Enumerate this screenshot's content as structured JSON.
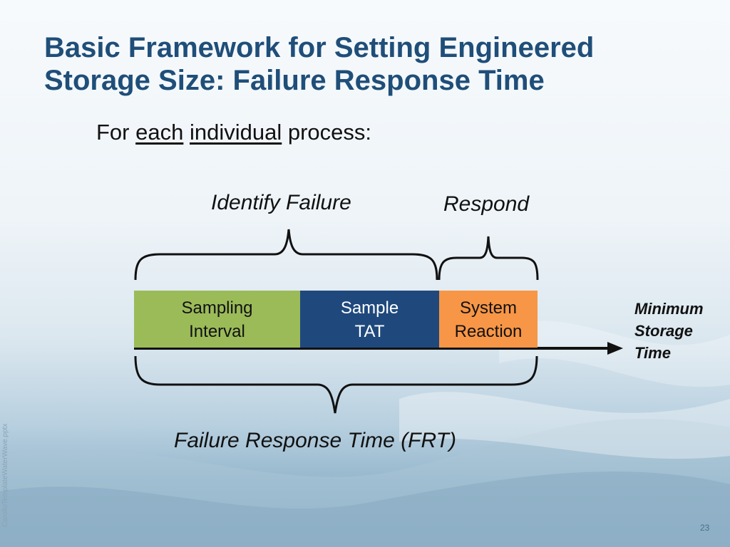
{
  "slide": {
    "title": "Basic Framework for Setting Engineered Storage Size: Failure Response Time",
    "intro": {
      "prefix": "For ",
      "word1": "each",
      "space": " ",
      "word2": "individual",
      "suffix": " process:"
    },
    "labels": {
      "identify": "Identify Failure",
      "respond": "Respond",
      "frt": "Failure Response Time (FRT)",
      "minimum": "Minimum\nStorage\nTime"
    },
    "boxes": [
      {
        "text": "Sampling\nInterval",
        "color": "#9bbb59"
      },
      {
        "text": "Sample\nTAT",
        "color": "#1f497d"
      },
      {
        "text": "System\nReaction",
        "color": "#f79646"
      }
    ],
    "footer": {
      "side_text": "CarolloTemplateWaterWave.pptx",
      "page_number": "23"
    }
  },
  "colors": {
    "title": "#1f4e79",
    "accent_green": "#9bbb59",
    "accent_navy": "#1f497d",
    "accent_orange": "#f79646"
  }
}
